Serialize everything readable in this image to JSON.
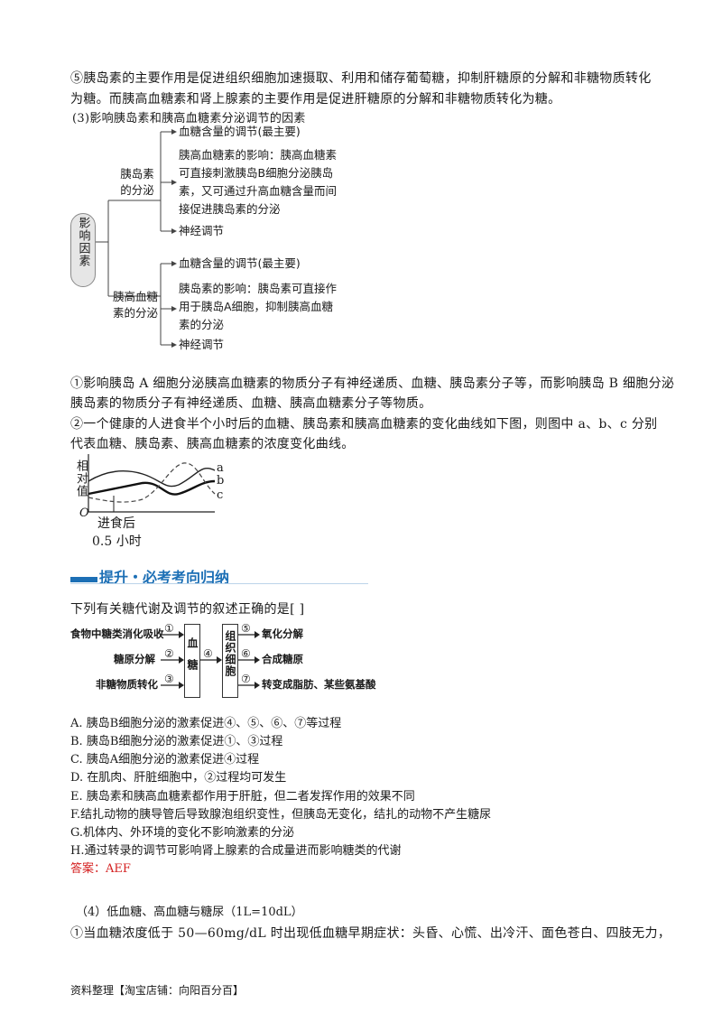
{
  "para5": {
    "line1": "⑤胰岛素的主要作用是促进组织细胞加速摄取、利用和储存葡萄糖，抑制肝糖原的分解和非糖物质转化",
    "line2": "为糖。而胰高血糖素和肾上腺素的主要作用是促进肝糖原的分解和非糖物质转化为糖。"
  },
  "section3_heading": "(3)影响胰岛素和胰高血糖素分泌调节的因素",
  "factor_diagram": {
    "root": "影响因素",
    "insulin_label": [
      "胰岛素",
      "的分泌"
    ],
    "glucagon_label": [
      "胰高血糖",
      "素的分泌"
    ],
    "insulin_items": {
      "a": "血糖含量的调节(最主要)",
      "b": [
        "胰高血糖素的影响：胰高血糖素",
        "可直接刺激胰岛B细胞分泌胰岛",
        "素，又可通过升高血糖含量而间",
        "接促进胰岛素的分泌"
      ],
      "c": "神经调节"
    },
    "glucagon_items": {
      "a": "血糖含量的调节(最主要)",
      "b": [
        "胰岛素的影响：胰岛素可直接作",
        "用于胰岛A细胞，抑制胰高血糖",
        "素的分泌"
      ],
      "c": "神经调节"
    }
  },
  "note1": {
    "line1": "①影响胰岛 A 细胞分泌胰高血糖素的物质分子有神经递质、血糖、胰岛素分子等，而影响胰岛 B 细胞分泌",
    "line2": "胰岛素的物质分子有神经递质、血糖、胰高血糖素分子等物质。"
  },
  "note2": {
    "line1": "②一个健康的人进食半个小时后的血糖、胰岛素和胰高血糖素的变化曲线如下图，则图中 a、b、c 分别",
    "line2": "代表血糖、胰岛素、胰高血糖素的浓度变化曲线。"
  },
  "curve_chart": {
    "ylabel": "相对值",
    "origin": "O",
    "xlabel": "进食后",
    "xsub": "0.5 小时",
    "series_labels": [
      "a",
      "b",
      "c"
    ]
  },
  "banner": {
    "title": "提升・必考考向归纳"
  },
  "question": {
    "stem": "下列有关糖代谢及调节的叙述正确的是[        ]",
    "flow": {
      "src1": "食物中糖类消化吸收",
      "src2": "糖原分解",
      "src3": "非糖物质转化",
      "n1": "①",
      "n2": "②",
      "n3": "③",
      "n4": "④",
      "n5": "⑤",
      "n6": "⑥",
      "n7": "⑦",
      "center": "血糖",
      "cells": "组织细胞",
      "out1": "氧化分解",
      "out2": "合成糖原",
      "out3": "转变成脂肪、某些氨基酸"
    },
    "options": [
      "A. 胰岛B细胞分泌的激素促进④、⑤、⑥、⑦等过程",
      "B. 胰岛B细胞分泌的激素促进①、③过程",
      "C. 胰岛A细胞分泌的激素促进④过程",
      "D. 在肌肉、肝脏细胞中，②过程均可发生",
      "E. 胰岛素和胰高血糖素都作用于肝脏，但二者发挥作用的效果不同",
      "F.结扎动物的胰导管后导致腺泡组织变性，但胰岛无变化，结扎的动物不产生糖尿",
      "G.机体内、外环境的变化不影响激素的分泌",
      "H.通过转录的调节可影响肾上腺素的合成量进而影响糖类的代谢"
    ],
    "answer": "答案：AEF"
  },
  "section4": {
    "heading": "（4）低血糖、高血糖与糖尿（1L=10dL）",
    "line1": "①当血糖浓度低于 50—60mg/dL 时出现低血糖早期症状：头昏、心慌、出冷汗、面色苍白、四肢无力，"
  },
  "footer": "资料整理【淘宝店铺：向阳百分百】"
}
